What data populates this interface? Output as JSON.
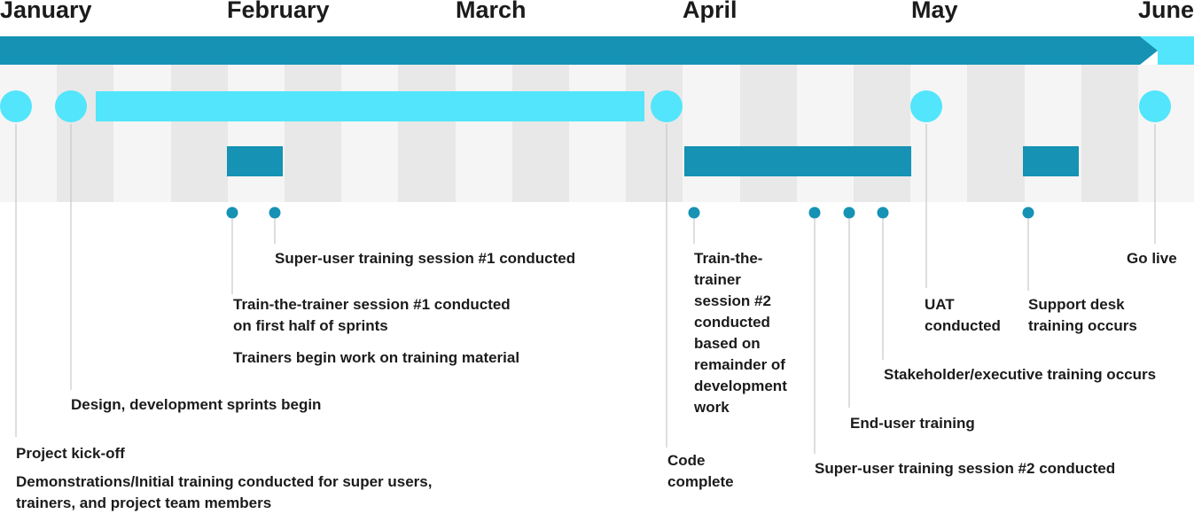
{
  "months": [
    "January",
    "February",
    "March",
    "April",
    "May",
    "June"
  ],
  "colors": {
    "dark_bar": "#1592b4",
    "light_bar": "#52e5fb",
    "band_light": "#f5f5f5",
    "band_dark": "#e8e8e8",
    "connector": "#c8c8c8",
    "text": "#1b1b1b"
  },
  "milestones": {
    "kickoff": "Project kick-off",
    "demos": "Demonstrations/Initial training conducted for super users,\ntrainers, and project team members",
    "design_sprints": "Design, development sprints begin",
    "code_complete": "Code\ncomplete",
    "uat": "UAT\nconducted",
    "go_live": "Go live"
  },
  "events": {
    "ttt1": "Train-the-trainer session #1 conducted\non first half of sprints",
    "trainers_material": "Trainers begin work on training material",
    "su1": "Super-user training session #1 conducted",
    "ttt2": "Train-the-\ntrainer\nsession #2\nconducted\nbased on\nremainder of\ndevelopment\nwork",
    "su2": "Super-user training session #2 conducted",
    "end_user": "End-user training",
    "stakeholder": "Stakeholder/executive training occurs",
    "support_desk": "Support desk\ntraining occurs"
  }
}
